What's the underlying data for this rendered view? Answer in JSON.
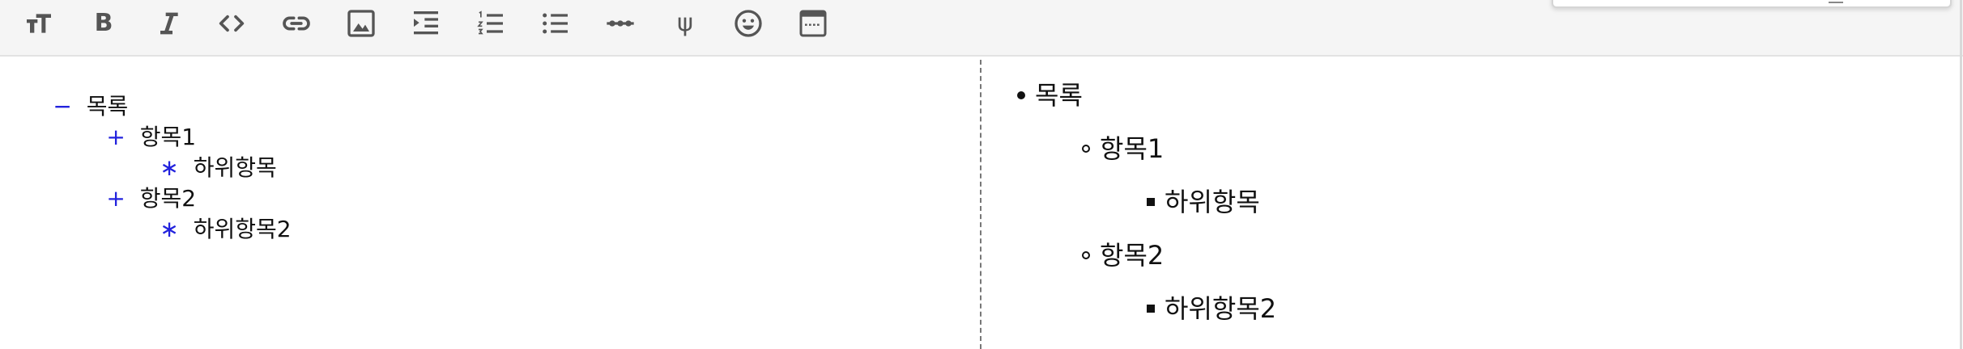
{
  "toolbar": {
    "buttons": [
      {
        "name": "heading-icon"
      },
      {
        "name": "bold-icon",
        "glyph": "B"
      },
      {
        "name": "italic-icon"
      },
      {
        "name": "code-icon"
      },
      {
        "name": "link-icon"
      },
      {
        "name": "image-icon"
      },
      {
        "name": "indent-icon"
      },
      {
        "name": "ordered-list-icon"
      },
      {
        "name": "unordered-list-icon"
      },
      {
        "name": "horizontal-rule-icon"
      },
      {
        "name": "formula-icon",
        "glyph": "ψ"
      },
      {
        "name": "emoji-icon"
      },
      {
        "name": "template-icon"
      }
    ]
  },
  "editor": {
    "lines": [
      {
        "marker": "−",
        "text": "목록"
      },
      {
        "marker": "+",
        "text": "항목1"
      },
      {
        "marker": "∗",
        "text": "하위항목"
      },
      {
        "marker": "+",
        "text": "항목2"
      },
      {
        "marker": "∗",
        "text": "하위항목2"
      }
    ]
  },
  "preview": {
    "items": [
      {
        "text": "목록",
        "bullet": "disc"
      },
      {
        "text": "항목1",
        "bullet": "circle"
      },
      {
        "text": "하위항목",
        "bullet": "square"
      },
      {
        "text": "항목2",
        "bullet": "circle"
      },
      {
        "text": "하위항목2",
        "bullet": "square"
      }
    ]
  },
  "colors": {
    "marker": "#2222dd",
    "toolbar_bg": "#f5f5f5",
    "icon": "#555555"
  }
}
